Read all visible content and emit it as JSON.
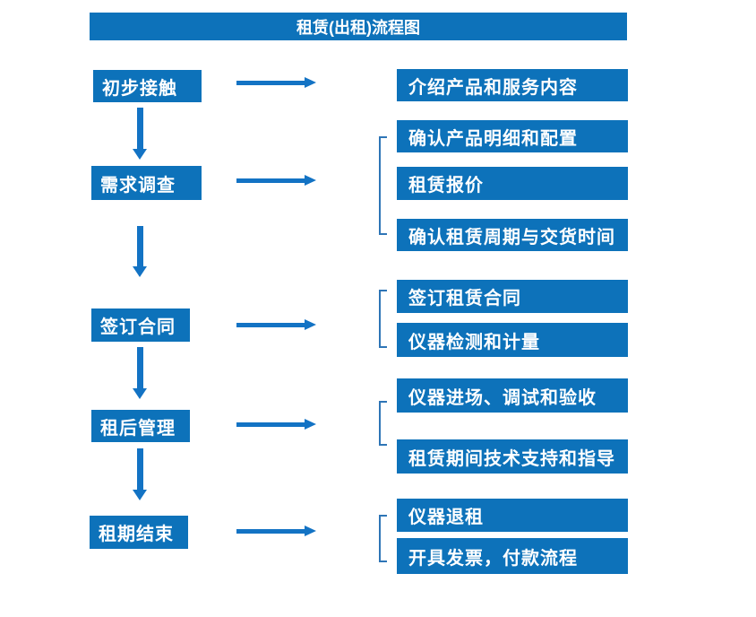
{
  "title": "租赁(出租)流程图",
  "colors": {
    "box_blue": "#0d72ba",
    "arrow_blue": "#1373c4",
    "bracket_blue": "#2e75b6",
    "text_white": "#ffffff"
  },
  "stages": [
    {
      "label": "初步接触",
      "details": [
        "介绍产品和服务内容"
      ]
    },
    {
      "label": "需求调查",
      "details": [
        "确认产品明细和配置",
        "租赁报价",
        "确认租赁周期与交货时间"
      ]
    },
    {
      "label": "签订合同",
      "details": [
        "签订租赁合同",
        "仪器检测和计量"
      ]
    },
    {
      "label": "租后管理",
      "details": [
        "仪器进场、调试和验收",
        "租赁期间技术支持和指导"
      ]
    },
    {
      "label": "租期结束",
      "details": [
        "仪器退租",
        "开具发票，付款流程"
      ]
    }
  ]
}
